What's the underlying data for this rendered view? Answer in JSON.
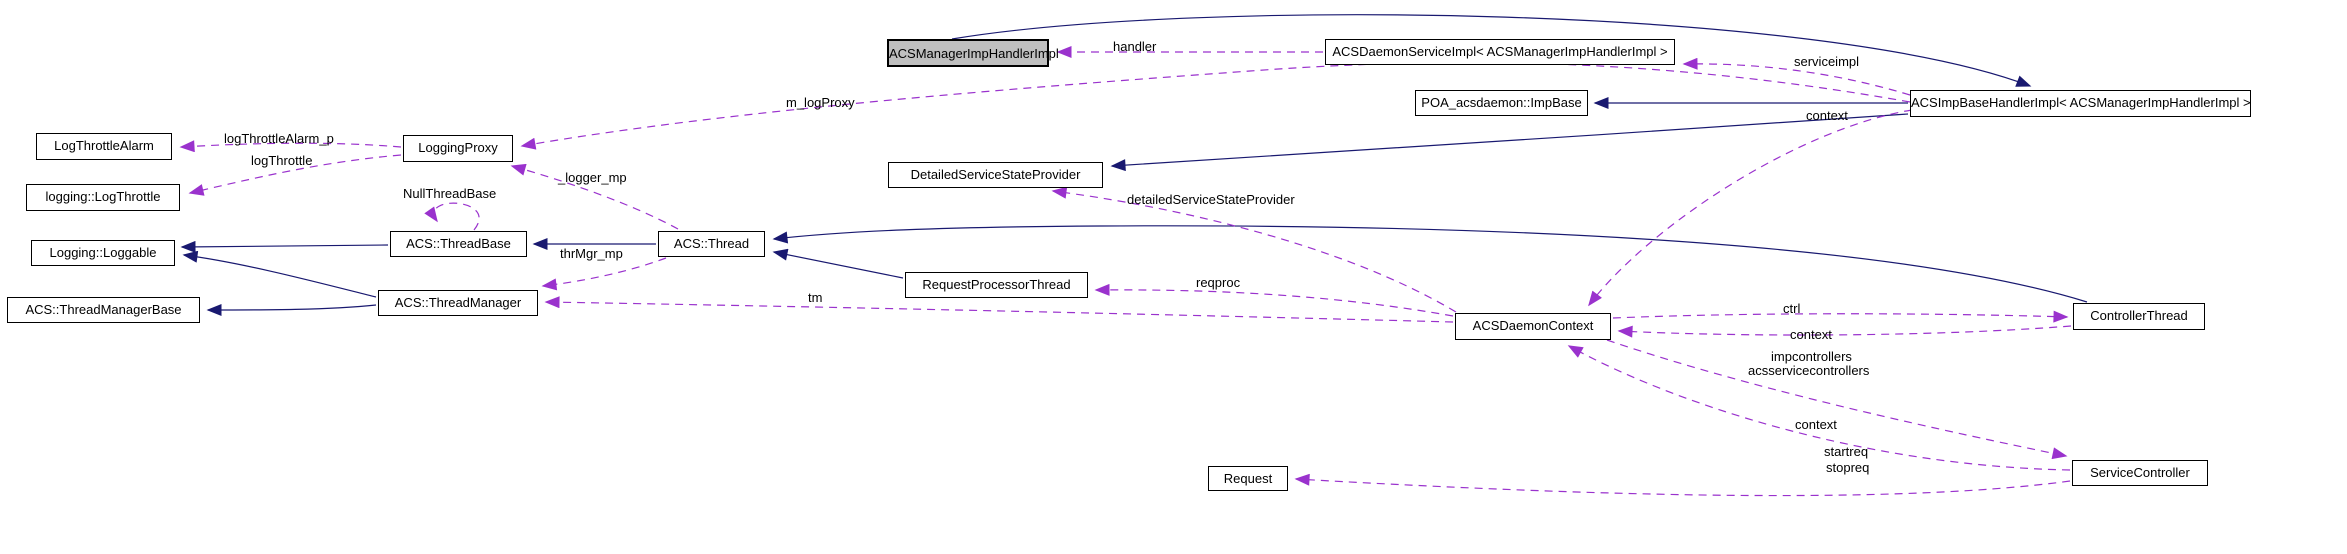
{
  "diagram": {
    "type": "doxygen-collaboration-graph",
    "colors": {
      "inheritance_edge": "#191970",
      "usage_edge": "#9a32cd",
      "node_border": "#000000",
      "node_fill": "#ffffff",
      "highlight_fill": "#bfbfbf",
      "background": "#ffffff"
    },
    "nodes": [
      {
        "id": "acs-manager-imp-handler-impl",
        "label": "ACSManagerImpHandlerImpl",
        "highlighted": true
      },
      {
        "id": "acs-daemon-service-impl",
        "label": "ACSDaemonServiceImpl< ACSManagerImpHandlerImpl >",
        "highlighted": false
      },
      {
        "id": "poa-acsdaemon-impbase",
        "label": "POA_acsdaemon::ImpBase",
        "highlighted": false
      },
      {
        "id": "acs-imp-base-handler-impl",
        "label": "ACSImpBaseHandlerImpl< ACSManagerImpHandlerImpl >",
        "highlighted": false
      },
      {
        "id": "log-throttle-alarm",
        "label": "LogThrottleAlarm",
        "highlighted": false
      },
      {
        "id": "logging-log-throttle",
        "label": "logging::LogThrottle",
        "highlighted": false
      },
      {
        "id": "logging-proxy",
        "label": "LoggingProxy",
        "highlighted": false
      },
      {
        "id": "acs-thread-base",
        "label": "ACS::ThreadBase",
        "highlighted": false
      },
      {
        "id": "logging-loggable",
        "label": "Logging::Loggable",
        "highlighted": false
      },
      {
        "id": "acs-thread-manager-base",
        "label": "ACS::ThreadManagerBase",
        "highlighted": false
      },
      {
        "id": "acs-thread-manager",
        "label": "ACS::ThreadManager",
        "highlighted": false
      },
      {
        "id": "acs-thread",
        "label": "ACS::Thread",
        "highlighted": false
      },
      {
        "id": "detailed-service-state-provider",
        "label": "DetailedServiceStateProvider",
        "highlighted": false
      },
      {
        "id": "request-processor-thread",
        "label": "RequestProcessorThread",
        "highlighted": false
      },
      {
        "id": "acs-daemon-context",
        "label": "ACSDaemonContext",
        "highlighted": false
      },
      {
        "id": "controller-thread",
        "label": "ControllerThread",
        "highlighted": false
      },
      {
        "id": "service-controller",
        "label": "ServiceController",
        "highlighted": false
      },
      {
        "id": "request",
        "label": "Request",
        "highlighted": false
      }
    ],
    "edge_labels": [
      {
        "id": "handler",
        "text": "handler"
      },
      {
        "id": "serviceimpl",
        "text": "serviceimpl"
      },
      {
        "id": "m_logProxy",
        "text": "m_logProxy"
      },
      {
        "id": "logThrottleAlarm_p",
        "text": "logThrottleAlarm_p"
      },
      {
        "id": "logThrottle",
        "text": "logThrottle"
      },
      {
        "id": "logger_mp",
        "text": "_logger_mp"
      },
      {
        "id": "NullThreadBase",
        "text": "NullThreadBase"
      },
      {
        "id": "thrMgr_mp",
        "text": "thrMgr_mp"
      },
      {
        "id": "detailedServiceStateProvider",
        "text": "detailedServiceStateProvider"
      },
      {
        "id": "tm",
        "text": "tm"
      },
      {
        "id": "reqproc",
        "text": "reqproc"
      },
      {
        "id": "context-top",
        "text": "context"
      },
      {
        "id": "ctrl",
        "text": "ctrl"
      },
      {
        "id": "context-mid",
        "text": "context"
      },
      {
        "id": "impcontrollers",
        "text": "impcontrollers"
      },
      {
        "id": "acsservicecontrollers",
        "text": "acsservicecontrollers"
      },
      {
        "id": "context-low",
        "text": "context"
      },
      {
        "id": "startreq",
        "text": "startreq"
      },
      {
        "id": "stopreq",
        "text": "stopreq"
      }
    ],
    "edges": [
      {
        "from": "acs-daemon-service-impl",
        "to": "acs-manager-imp-handler-impl",
        "label": "handler",
        "type": "usage"
      },
      {
        "from": "acs-imp-base-handler-impl",
        "to": "acs-daemon-service-impl",
        "label": "serviceimpl",
        "type": "usage"
      },
      {
        "from": "acs-imp-base-handler-impl",
        "to": "logging-proxy",
        "label": "m_logProxy",
        "type": "usage"
      },
      {
        "from": "acs-imp-base-handler-impl",
        "to": "acs-daemon-context",
        "label": "context",
        "type": "usage"
      },
      {
        "from": "logging-proxy",
        "to": "log-throttle-alarm",
        "label": "logThrottleAlarm_p",
        "type": "usage"
      },
      {
        "from": "logging-proxy",
        "to": "logging-log-throttle",
        "label": "logThrottle",
        "type": "usage"
      },
      {
        "from": "acs-thread-base",
        "to": "acs-thread-base",
        "label": "NullThreadBase",
        "type": "usage"
      },
      {
        "from": "acs-thread",
        "to": "logging-proxy",
        "label": "_logger_mp",
        "type": "usage"
      },
      {
        "from": "acs-thread",
        "to": "acs-thread-manager",
        "label": "thrMgr_mp",
        "type": "usage"
      },
      {
        "from": "acs-daemon-context",
        "to": "acs-thread-manager",
        "label": "tm",
        "type": "usage"
      },
      {
        "from": "acs-daemon-context",
        "to": "request-processor-thread",
        "label": "reqproc",
        "type": "usage"
      },
      {
        "from": "acs-daemon-context",
        "to": "detailed-service-state-provider",
        "label": "detailedServiceStateProvider",
        "type": "usage"
      },
      {
        "from": "acs-daemon-context",
        "to": "controller-thread",
        "label": "ctrl",
        "type": "usage"
      },
      {
        "from": "controller-thread",
        "to": "acs-daemon-context",
        "label": "context",
        "type": "usage"
      },
      {
        "from": "acs-daemon-context",
        "to": "service-controller",
        "label": "impcontrollers acsservicecontrollers",
        "type": "usage"
      },
      {
        "from": "service-controller",
        "to": "acs-daemon-context",
        "label": "context",
        "type": "usage"
      },
      {
        "from": "service-controller",
        "to": "request",
        "label": "startreq stopreq",
        "type": "usage"
      },
      {
        "from": "acs-manager-imp-handler-impl",
        "to": "acs-imp-base-handler-impl",
        "type": "inheritance"
      },
      {
        "from": "acs-imp-base-handler-impl",
        "to": "poa-acsdaemon-impbase",
        "type": "inheritance"
      },
      {
        "from": "acs-imp-base-handler-impl",
        "to": "detailed-service-state-provider",
        "type": "inheritance"
      },
      {
        "from": "controller-thread",
        "to": "acs-thread",
        "type": "inheritance"
      },
      {
        "from": "request-processor-thread",
        "to": "acs-thread",
        "type": "inheritance"
      },
      {
        "from": "acs-thread",
        "to": "acs-thread-base",
        "type": "inheritance"
      },
      {
        "from": "acs-thread-base",
        "to": "logging-loggable",
        "type": "inheritance"
      },
      {
        "from": "acs-thread-manager",
        "to": "logging-loggable",
        "type": "inheritance"
      },
      {
        "from": "acs-thread-manager",
        "to": "acs-thread-manager-base",
        "type": "inheritance"
      }
    ]
  }
}
